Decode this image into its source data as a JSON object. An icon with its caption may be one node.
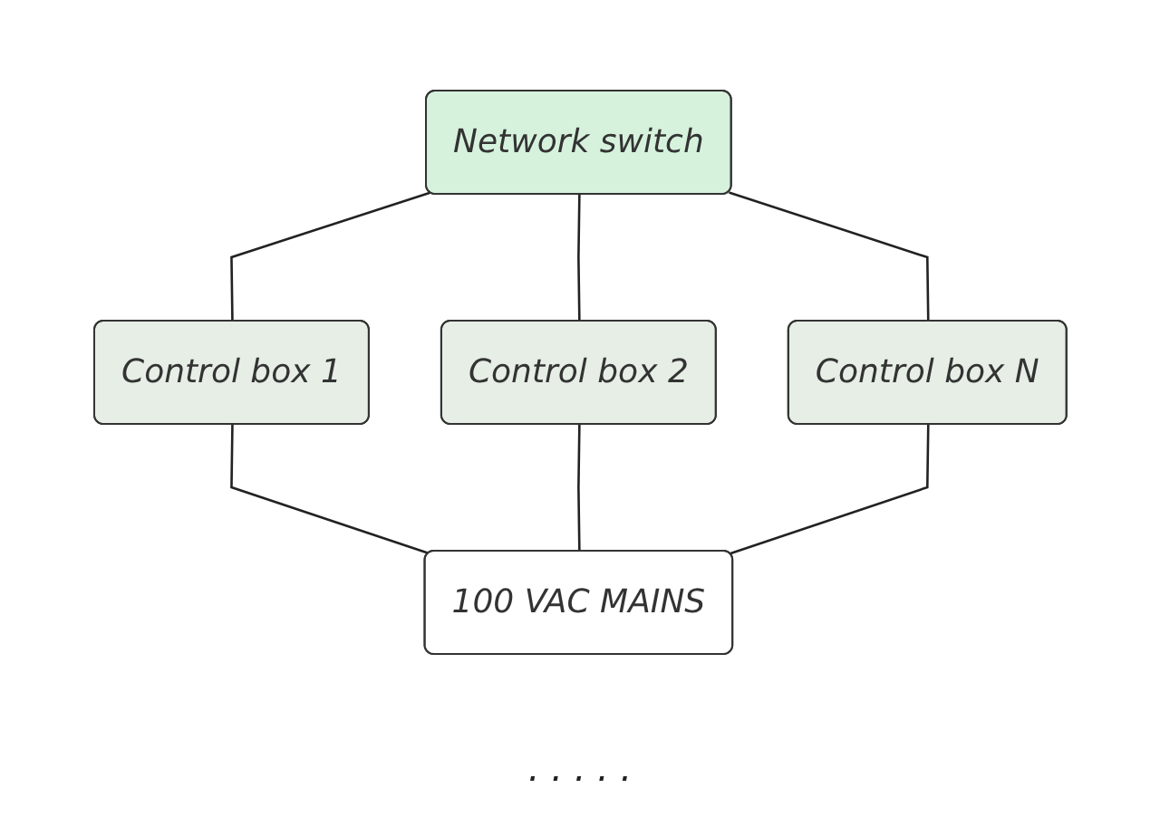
{
  "diagram": {
    "nodes": [
      {
        "text": [
          "Network switch"
        ]
      },
      {
        "text": [
          "Control box 1"
        ]
      },
      {
        "text": [
          "Control box 2"
        ]
      },
      {
        "text": [
          "Control box N"
        ]
      },
      {
        "text": [
          "100 VAC MAINS"
        ]
      }
    ],
    "edges": [
      {
        "from": 0,
        "to": 1,
        "arrow": "none"
      },
      {
        "from": 0,
        "to": 2,
        "arrow": "none"
      },
      {
        "from": 0,
        "to": 3,
        "arrow": "none"
      },
      {
        "from": 1,
        "to": 4,
        "arrow": "none"
      },
      {
        "from": 2,
        "to": 4,
        "arrow": "none"
      },
      {
        "from": 3,
        "to": 4,
        "arrow": "none"
      }
    ],
    "labels": [
      ". . . . ."
    ]
  }
}
